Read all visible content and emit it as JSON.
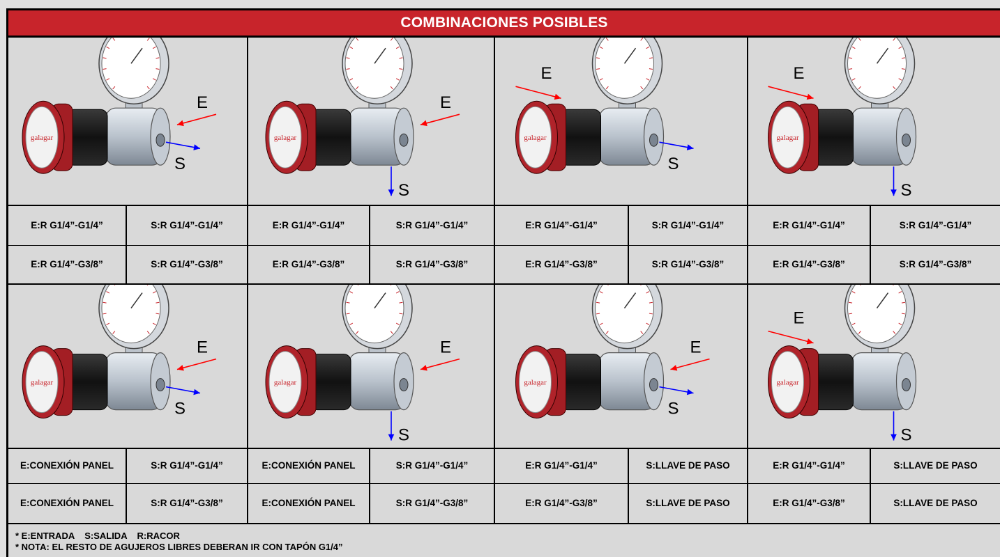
{
  "title": "COMBINACIONES POSIBLES",
  "diagram": {
    "entry_letter": "E",
    "exit_letter": "S",
    "brand": "galagar",
    "colors": {
      "entry_arrow": "#ff0000",
      "exit_arrow": "#0000ff",
      "title_bar": "#c8242b"
    }
  },
  "cells": [
    {
      "variant": "side-in-side-out",
      "row1": {
        "e": "E:R G1/4”-G1/4”",
        "s": "S:R G1/4”-G1/4”"
      },
      "row2": {
        "e": "E:R G1/4”-G3/8”",
        "s": "S:R G1/4”-G3/8”"
      }
    },
    {
      "variant": "side-in-bottom-out",
      "row1": {
        "e": "E:R G1/4”-G1/4”",
        "s": "S:R G1/4”-G1/4”"
      },
      "row2": {
        "e": "E:R G1/4”-G3/8”",
        "s": "S:R G1/4”-G3/8”"
      }
    },
    {
      "variant": "top-in-side-out",
      "row1": {
        "e": "E:R G1/4”-G1/4”",
        "s": "S:R G1/4”-G1/4”"
      },
      "row2": {
        "e": "E:R G1/4”-G3/8”",
        "s": "S:R G1/4”-G3/8”"
      }
    },
    {
      "variant": "top-in-bottom-out",
      "row1": {
        "e": "E:R G1/4”-G1/4”",
        "s": "S:R G1/4”-G1/4”"
      },
      "row2": {
        "e": "E:R G1/4”-G3/8”",
        "s": "S:R G1/4”-G3/8”"
      }
    },
    {
      "variant": "side-in-side-out",
      "row1": {
        "e": "E:CONEXIÓN PANEL",
        "s": "S:R G1/4”-G1/4”"
      },
      "row2": {
        "e": "E:CONEXIÓN PANEL",
        "s": "S:R G1/4”-G3/8”"
      }
    },
    {
      "variant": "side-in-bottom-out",
      "row1": {
        "e": "E:CONEXIÓN PANEL",
        "s": "S:R G1/4”-G1/4”"
      },
      "row2": {
        "e": "E:CONEXIÓN PANEL",
        "s": "S:R G1/4”-G3/8”"
      }
    },
    {
      "variant": "side-in-side-out",
      "row1": {
        "e": "E:R G1/4”-G1/4”",
        "s": "S:LLAVE DE PASO"
      },
      "row2": {
        "e": "E:R G1/4”-G3/8”",
        "s": "S:LLAVE DE PASO"
      }
    },
    {
      "variant": "top-in-bottom-out",
      "row1": {
        "e": "E:R G1/4”-G1/4”",
        "s": "S:LLAVE DE PASO"
      },
      "row2": {
        "e": "E:R G1/4”-G3/8”",
        "s": "S:LLAVE DE PASO"
      }
    }
  ],
  "footnotes": [
    "* E:ENTRADA    S:SALIDA    R:RACOR",
    "* NOTA: EL RESTO DE AGUJEROS LIBRES DEBERAN IR CON TAPÓN G1/4”"
  ]
}
